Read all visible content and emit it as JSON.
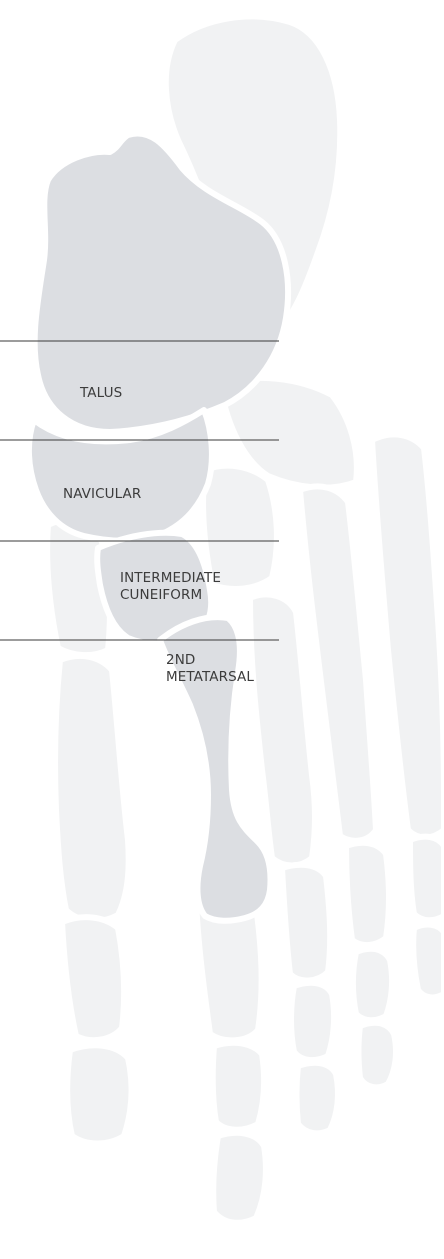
{
  "diagram": {
    "labels": [
      {
        "id": "talus",
        "text": "TALUS"
      },
      {
        "id": "navicular",
        "text": "NAVICULAR"
      },
      {
        "id": "cuneiform",
        "text": "INTERMEDIATE\nCUNEIFORM"
      },
      {
        "id": "metatarsal",
        "text": "2ND\nMETATARSAL"
      }
    ],
    "colors": {
      "background_bone": "#f1f2f3",
      "highlighted_bone": "#dcdee2",
      "label_text": "#3c3c3c",
      "guide_line": "#3a3a3a"
    }
  }
}
